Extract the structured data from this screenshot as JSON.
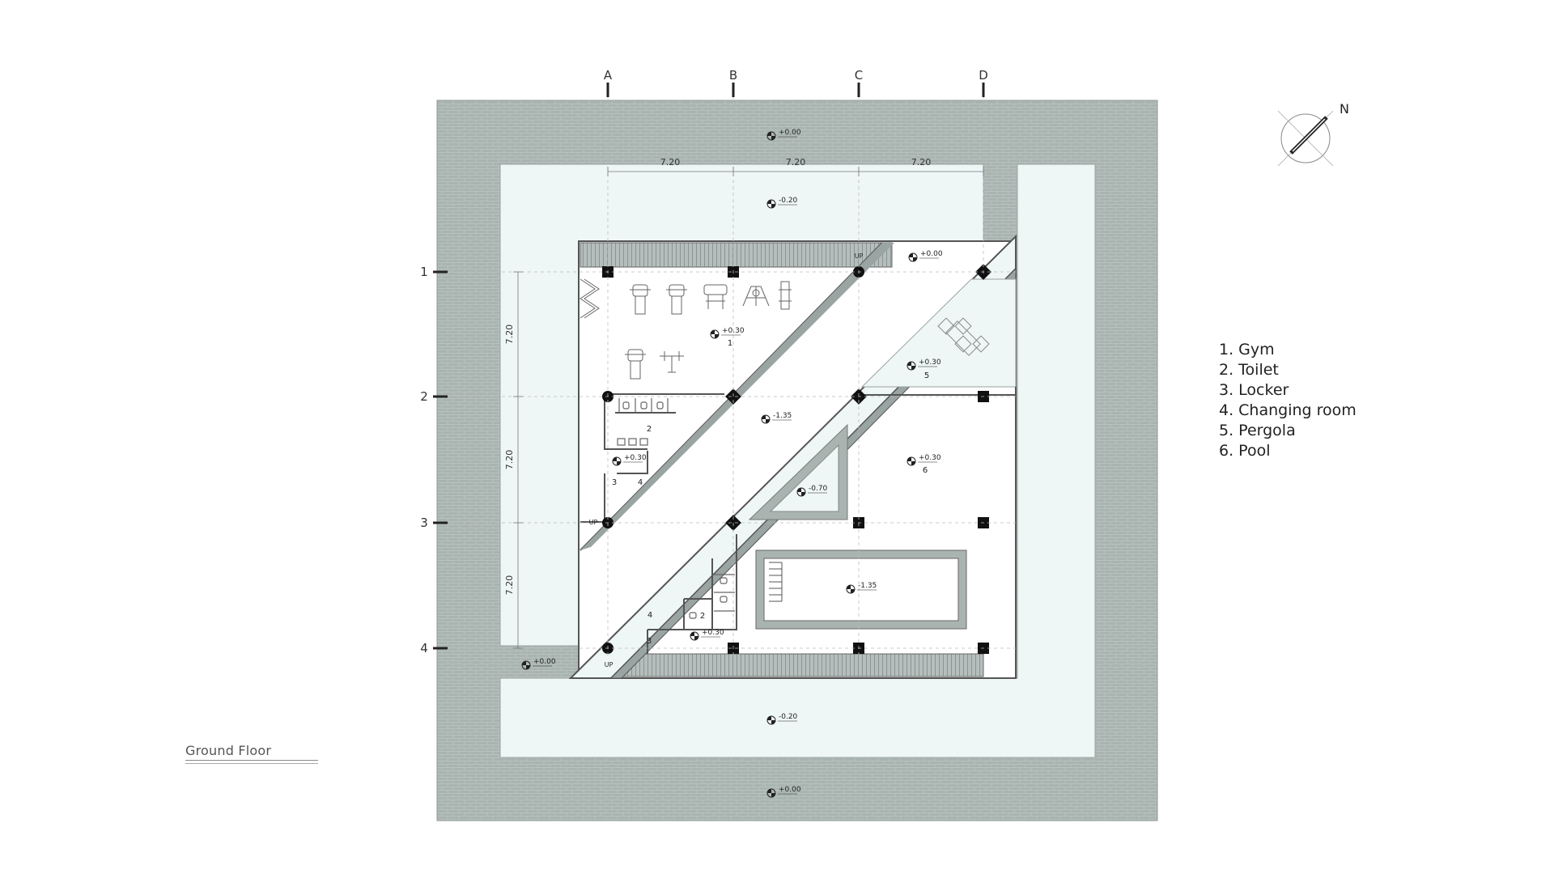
{
  "drawing_title": "Ground Floor",
  "north_label": "N",
  "grid": {
    "columns": [
      "A",
      "B",
      "C",
      "D"
    ],
    "rows": [
      "1",
      "2",
      "3",
      "4"
    ],
    "column_spans": [
      "7.20",
      "7.20",
      "7.20"
    ],
    "row_spans": [
      "7.20",
      "7.20",
      "7.20"
    ]
  },
  "legend": [
    "1. Gym",
    "2. Toilet",
    "3. Locker",
    "4. Changing room",
    "5. Pergola",
    "6. Pool"
  ],
  "levels": {
    "top_outer": "+0.00",
    "top_path": "-0.20",
    "top_right": "+0.00",
    "gym": "+0.30",
    "gym_room": "1",
    "pergola": "+0.30",
    "pergola_room": "5",
    "ramp": "-1.35",
    "toilet_room": "2",
    "locker_area": "+0.30",
    "locker_room": "3",
    "changing_room": "4",
    "pool_hall": "+0.30",
    "pool_hall_room": "6",
    "pond": "-0.70",
    "pool": "-1.35",
    "lower_changing": "4",
    "lower_toilet": "2",
    "lower_locker": "3",
    "lower_area": "+0.30",
    "left_entry": "+0.00",
    "bottom_path": "-0.20",
    "bottom_outer": "+0.00"
  },
  "stair_labels": [
    "UP",
    "UP",
    "UP"
  ],
  "colors": {
    "paving": "#a9b4b1",
    "path": "#eef6f6",
    "wall": "#9aa4a2",
    "line": "#333333"
  }
}
